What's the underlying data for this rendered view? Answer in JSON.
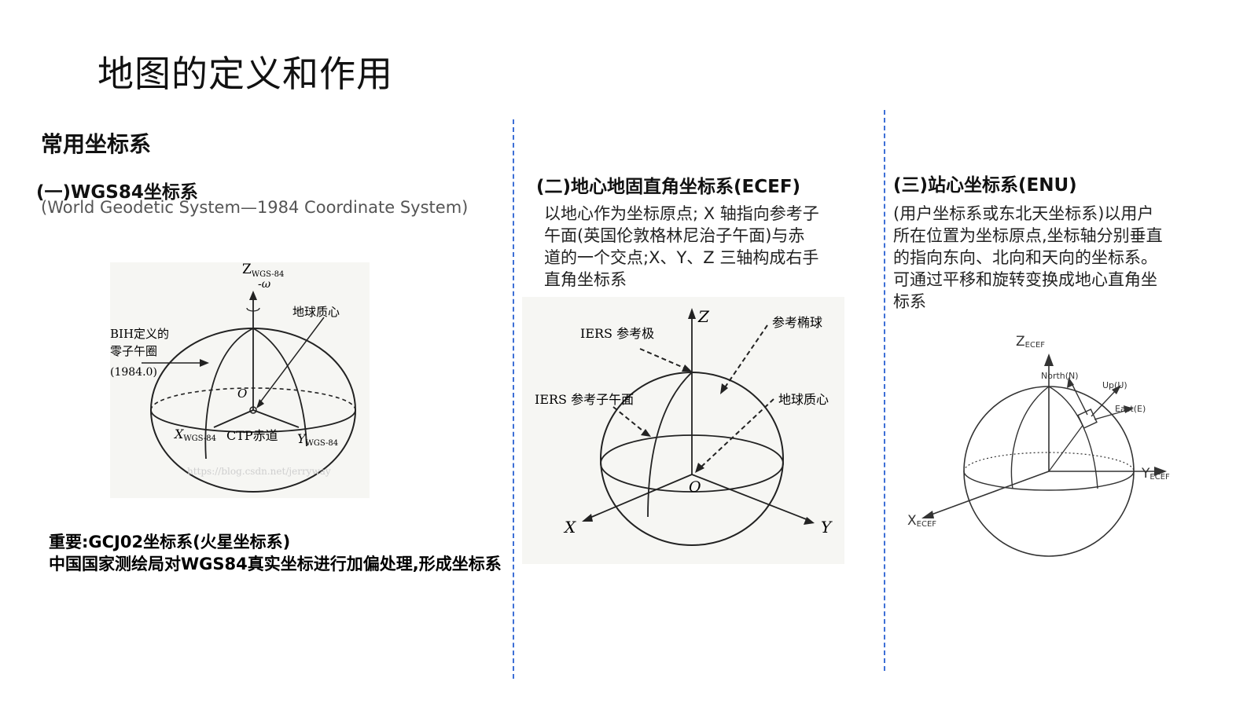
{
  "slide": {
    "title": "地图的定义和作用",
    "section_heading": "常用坐标系"
  },
  "col1": {
    "heading": "(一)WGS84坐标系",
    "subtitle": "(World Geodetic System—1984 Coordinate System)",
    "figure": {
      "z_label": "Z",
      "z_sub": "WGS-84",
      "omega": "-ω",
      "mass_center": "地球质心",
      "bih_line1": "BIH定义的",
      "bih_line2": "零子午圈",
      "bih_line3": "(1984.0)",
      "origin": "O",
      "x_label": "X",
      "x_sub": "WGS-84",
      "ctp": "CTP赤道",
      "y_label": "Y",
      "y_sub": "WGS-84",
      "watermark": "https://blog.csdn.net/jerryway"
    },
    "note_line1": "重要:GCJ02坐标系(火星坐标系)",
    "note_line2": "中国国家测绘局对WGS84真实坐标进行加偏处理,形成坐标系"
  },
  "col2": {
    "heading": "(二)地心地固直角坐标系(ECEF)",
    "para": "以地心作为坐标原点; X 轴指向参考子午面(英国伦敦格林尼治子午面)与赤道的一个交点;X、Y、Z 三轴构成右手直角坐标系",
    "figure": {
      "z_label": "Z",
      "ref_ellipsoid": "参考椭球",
      "iers_pole": "IERS 参考极",
      "iers_meridian": "IERS 参考子午面",
      "mass_center": "地球质心",
      "origin": "O",
      "x_label": "X",
      "y_label": "Y"
    }
  },
  "col3": {
    "heading": "(三)站心坐标系(ENU)",
    "para": "(用户坐标系或东北天坐标系)以用户所在位置为坐标原点,坐标轴分别垂直的指向东向、北向和天向的坐标系。可通过平移和旋转变换成地心直角坐标系",
    "figure": {
      "z_label": "Z",
      "z_sub": "ECEF",
      "north": "North(N)",
      "up": "Up(U)",
      "east": "East(E)",
      "y_label": "Y",
      "y_sub": "ECEF",
      "x_label": "X",
      "x_sub": "ECEF"
    }
  },
  "colors": {
    "divider": "#3d6fd6",
    "text": "#111111"
  }
}
